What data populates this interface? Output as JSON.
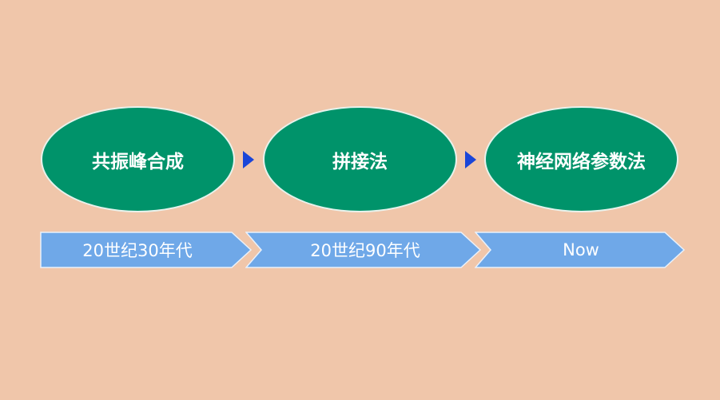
{
  "stages": [
    {
      "method": "共振峰合成",
      "era": "20世纪30年代"
    },
    {
      "method": "拼接法",
      "era": "20世纪90年代"
    },
    {
      "method": "神经网络参数法",
      "era": "Now"
    }
  ],
  "colors": {
    "background": "#f0c6aa",
    "ellipse_fill": "#00936a",
    "chevron_fill": "#6fa8e8",
    "connector_arrow": "#1a45d8"
  }
}
